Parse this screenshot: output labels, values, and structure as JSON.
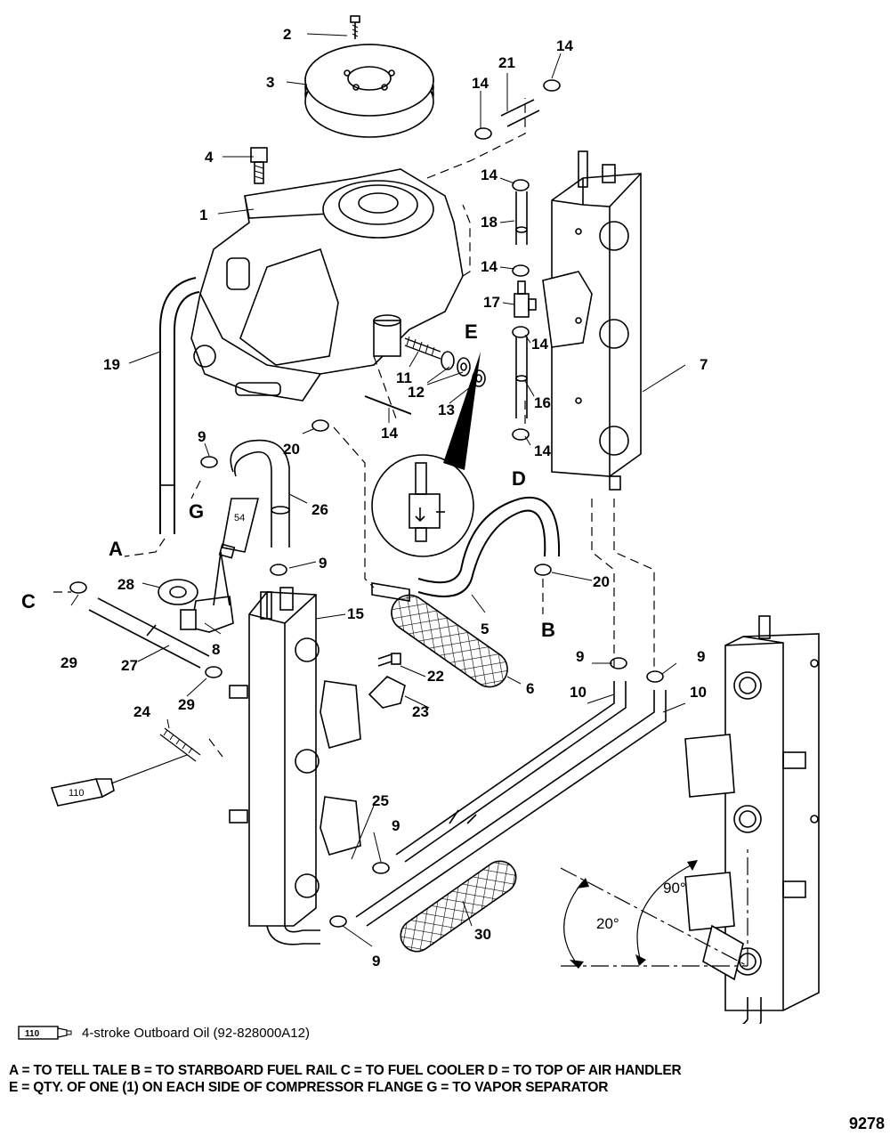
{
  "callouts": {
    "c1": "1",
    "c2": "2",
    "c3": "3",
    "c4": "4",
    "c5": "5",
    "c6": "6",
    "c7": "7",
    "c8": "8",
    "c9": "9",
    "c10": "10",
    "c11": "11",
    "c12": "12",
    "c13": "13",
    "c14": "14",
    "c15": "15",
    "c16": "16",
    "c17": "17",
    "c18": "18",
    "c19": "19",
    "c20": "20",
    "c21": "21",
    "c22": "22",
    "c23": "23",
    "c24": "24",
    "c25": "25",
    "c26": "26",
    "c27": "27",
    "c28": "28",
    "c29": "29",
    "c30": "30"
  },
  "letters": {
    "A": "A",
    "B": "B",
    "C": "C",
    "D": "D",
    "E": "E",
    "G": "G"
  },
  "angles": {
    "a20": "20°",
    "a90": "90°"
  },
  "tubes": {
    "t54": "54",
    "t110": "110"
  },
  "legend": {
    "tube_number": "110",
    "text": "4-stroke Outboard Oil (92-828000A12)"
  },
  "notes": {
    "line1": "A = TO TELL TALE    B = TO STARBOARD FUEL RAIL    C = TO FUEL COOLER    D = TO TOP OF AIR HANDLER",
    "line2": "E = QTY. OF ONE (1) ON EACH SIDE OF COMPRESSOR FLANGE    G = TO VAPOR SEPARATOR"
  },
  "figure_number": "9278"
}
